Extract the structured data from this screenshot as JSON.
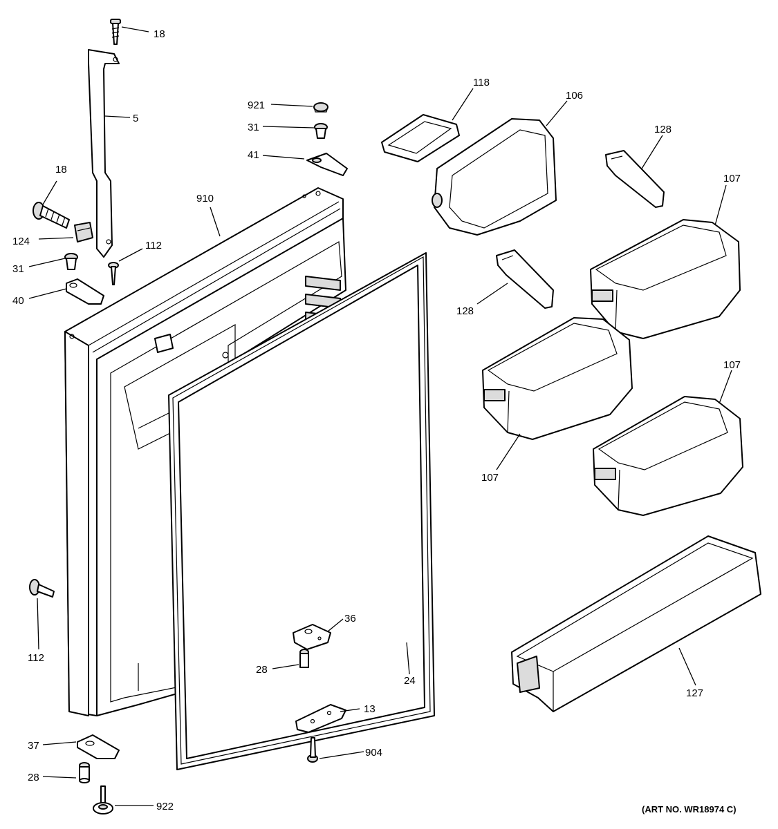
{
  "callouts": {
    "c18_top": "18",
    "c5": "5",
    "c18_left": "18",
    "c124": "124",
    "c31_left": "31",
    "c40": "40",
    "c112_top": "112",
    "c910": "910",
    "c921": "921",
    "c31_mid": "31",
    "c41": "41",
    "c118": "118",
    "c106": "106",
    "c128_top": "128",
    "c107_topright": "107",
    "c128_mid": "128",
    "c107_mid": "107",
    "c107_right": "107",
    "c112_bottom": "112",
    "c36": "36",
    "c28_mid": "28",
    "c24": "24",
    "c13": "13",
    "c904": "904",
    "c127": "127",
    "c37": "37",
    "c28_bottom": "28",
    "c922": "922"
  },
  "art_number": "(ART NO. WR18974 C)"
}
